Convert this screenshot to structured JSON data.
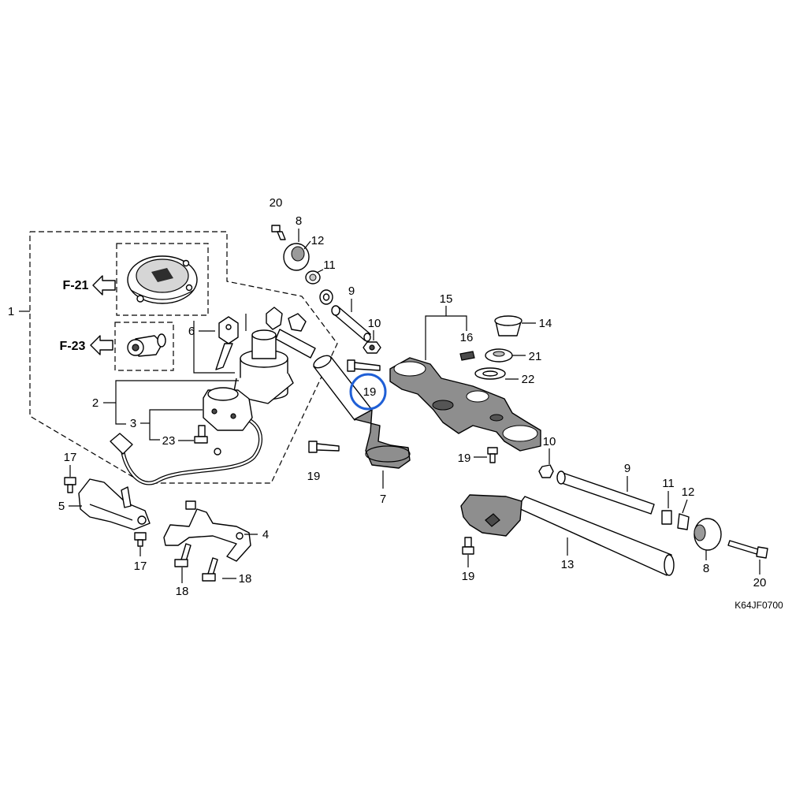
{
  "diagram": {
    "code": "K64JF0700",
    "references": [
      "F-21",
      "F-23"
    ],
    "callouts": [
      "20",
      "8",
      "12",
      "11",
      "9",
      "10",
      "15",
      "14",
      "16",
      "21",
      "22",
      "19",
      "1",
      "6",
      "2",
      "3",
      "23",
      "19",
      "7",
      "10",
      "19",
      "9",
      "11",
      "12",
      "17",
      "5",
      "17",
      "4",
      "18",
      "18",
      "13",
      "19",
      "8",
      "20"
    ]
  },
  "colors": {
    "background": "#ffffff",
    "line": "#000000",
    "part_fill": "#8e8e8e",
    "highlight": "#1f5fd6"
  }
}
